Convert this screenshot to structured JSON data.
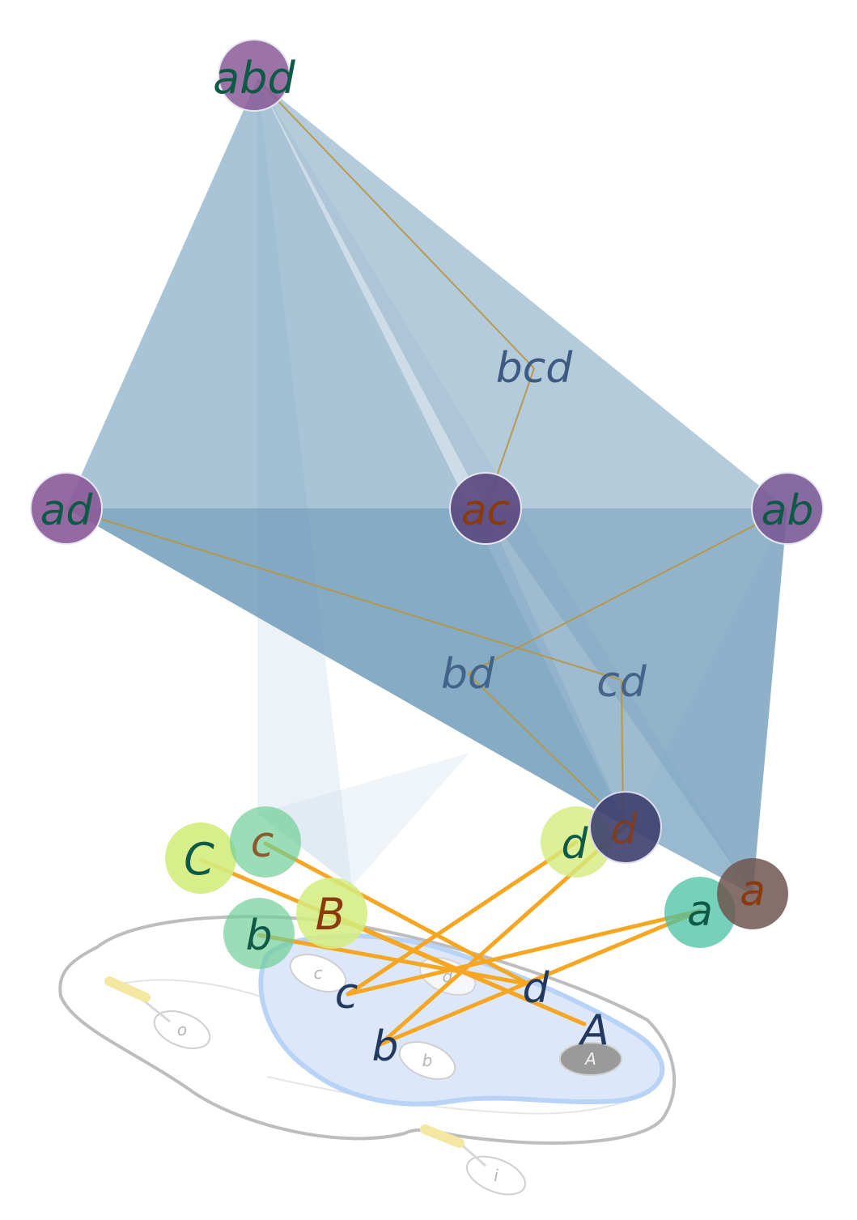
{
  "colors": {
    "face": "#6f9cba",
    "face_light": "#c9dbe7",
    "upper_link": "#b8963e",
    "lower_link": "#f5a623",
    "node_purple": "#8a5a98",
    "node_dark": "#3d3f6e",
    "node_brown": "#6e5650",
    "node_green": "#6fcf97",
    "node_teal": "#48c1a4",
    "node_yellow": "#d4ec7e",
    "text_green": "#0e5a46",
    "text_brown": "#8a3a0c",
    "text_slate": "#3d5b82",
    "text_navy": "#23395e",
    "brain_outline": "#bdbdbd",
    "brain_region": "#dce8fa",
    "brain_region_edge": "#b9d3f7"
  },
  "upper_nodes": [
    {
      "id": "abd",
      "label": "abd"
    },
    {
      "id": "ad",
      "label": "ad"
    },
    {
      "id": "ac",
      "label": "ac"
    },
    {
      "id": "ab",
      "label": "ab"
    }
  ],
  "upper_labels": [
    {
      "id": "bcd",
      "label": "bcd"
    },
    {
      "id": "bd",
      "label": "bd"
    },
    {
      "id": "cd",
      "label": "cd"
    }
  ],
  "lower_nodes": [
    {
      "id": "C",
      "label": "C"
    },
    {
      "id": "c-top",
      "label": "c"
    },
    {
      "id": "B",
      "label": "B"
    },
    {
      "id": "b-top",
      "label": "b"
    },
    {
      "id": "d-green",
      "label": "d"
    },
    {
      "id": "d-dark",
      "label": "d"
    },
    {
      "id": "a-teal",
      "label": "a"
    },
    {
      "id": "a-brown",
      "label": "a"
    }
  ],
  "lower_labels": [
    {
      "id": "c-low",
      "label": "c"
    },
    {
      "id": "b-low",
      "label": "b"
    },
    {
      "id": "d-low",
      "label": "d"
    },
    {
      "id": "A-low",
      "label": "A"
    }
  ],
  "brain_labels": [
    {
      "id": "brain-c",
      "label": "c"
    },
    {
      "id": "brain-d",
      "label": "d"
    },
    {
      "id": "brain-o",
      "label": "o"
    },
    {
      "id": "brain-b",
      "label": "b"
    },
    {
      "id": "brain-A",
      "label": "A"
    },
    {
      "id": "brain-i",
      "label": "i"
    }
  ]
}
